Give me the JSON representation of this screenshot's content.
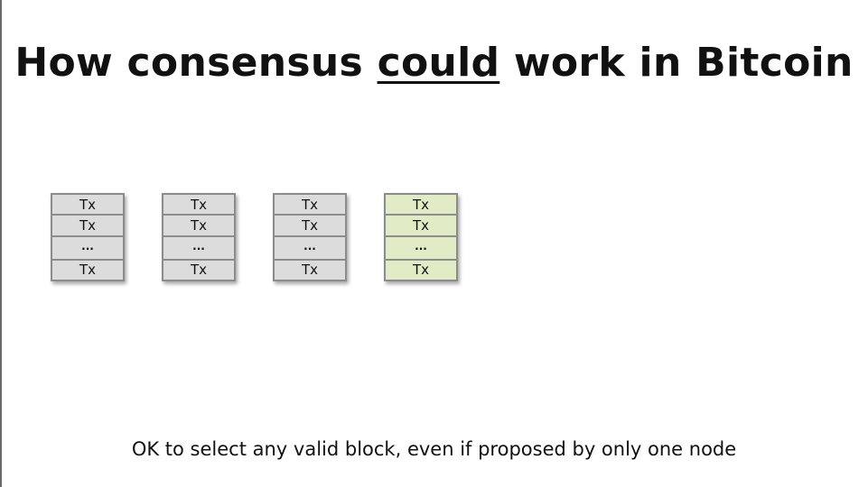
{
  "slide": {
    "title_before": "How consensus ",
    "title_emph": "could",
    "title_after": " work in Bitcoin",
    "caption": "OK to select any valid block, even if proposed by only one node"
  },
  "blocks": [
    {
      "rows": [
        "Tx",
        "Tx",
        "...",
        "Tx"
      ],
      "color": "#dcdcdc"
    },
    {
      "rows": [
        "Tx",
        "Tx",
        "...",
        "Tx"
      ],
      "color": "#dcdcdc"
    },
    {
      "rows": [
        "Tx",
        "Tx",
        "...",
        "Tx"
      ],
      "color": "#dcdcdc"
    },
    {
      "rows": [
        "Tx",
        "Tx",
        "...",
        "Tx"
      ],
      "color": "#e1ebc5"
    }
  ]
}
